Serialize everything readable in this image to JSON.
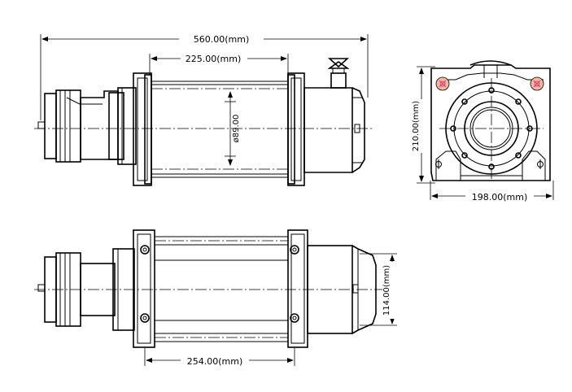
{
  "dimensions": {
    "overall_length": "560.00(mm)",
    "drum_length_top": "225.00(mm)",
    "drum_diameter": "ø89.00",
    "height": "210.00(mm)",
    "width": "198.00(mm)",
    "gearbox_diameter": "114.00(mm)",
    "drum_length_bottom": "254.00(mm)"
  },
  "colors": {
    "line": "#000000",
    "background": "#ffffff",
    "mount_hole_fill": "#f2b8a0",
    "mount_hole_cross": "#e0407a"
  }
}
